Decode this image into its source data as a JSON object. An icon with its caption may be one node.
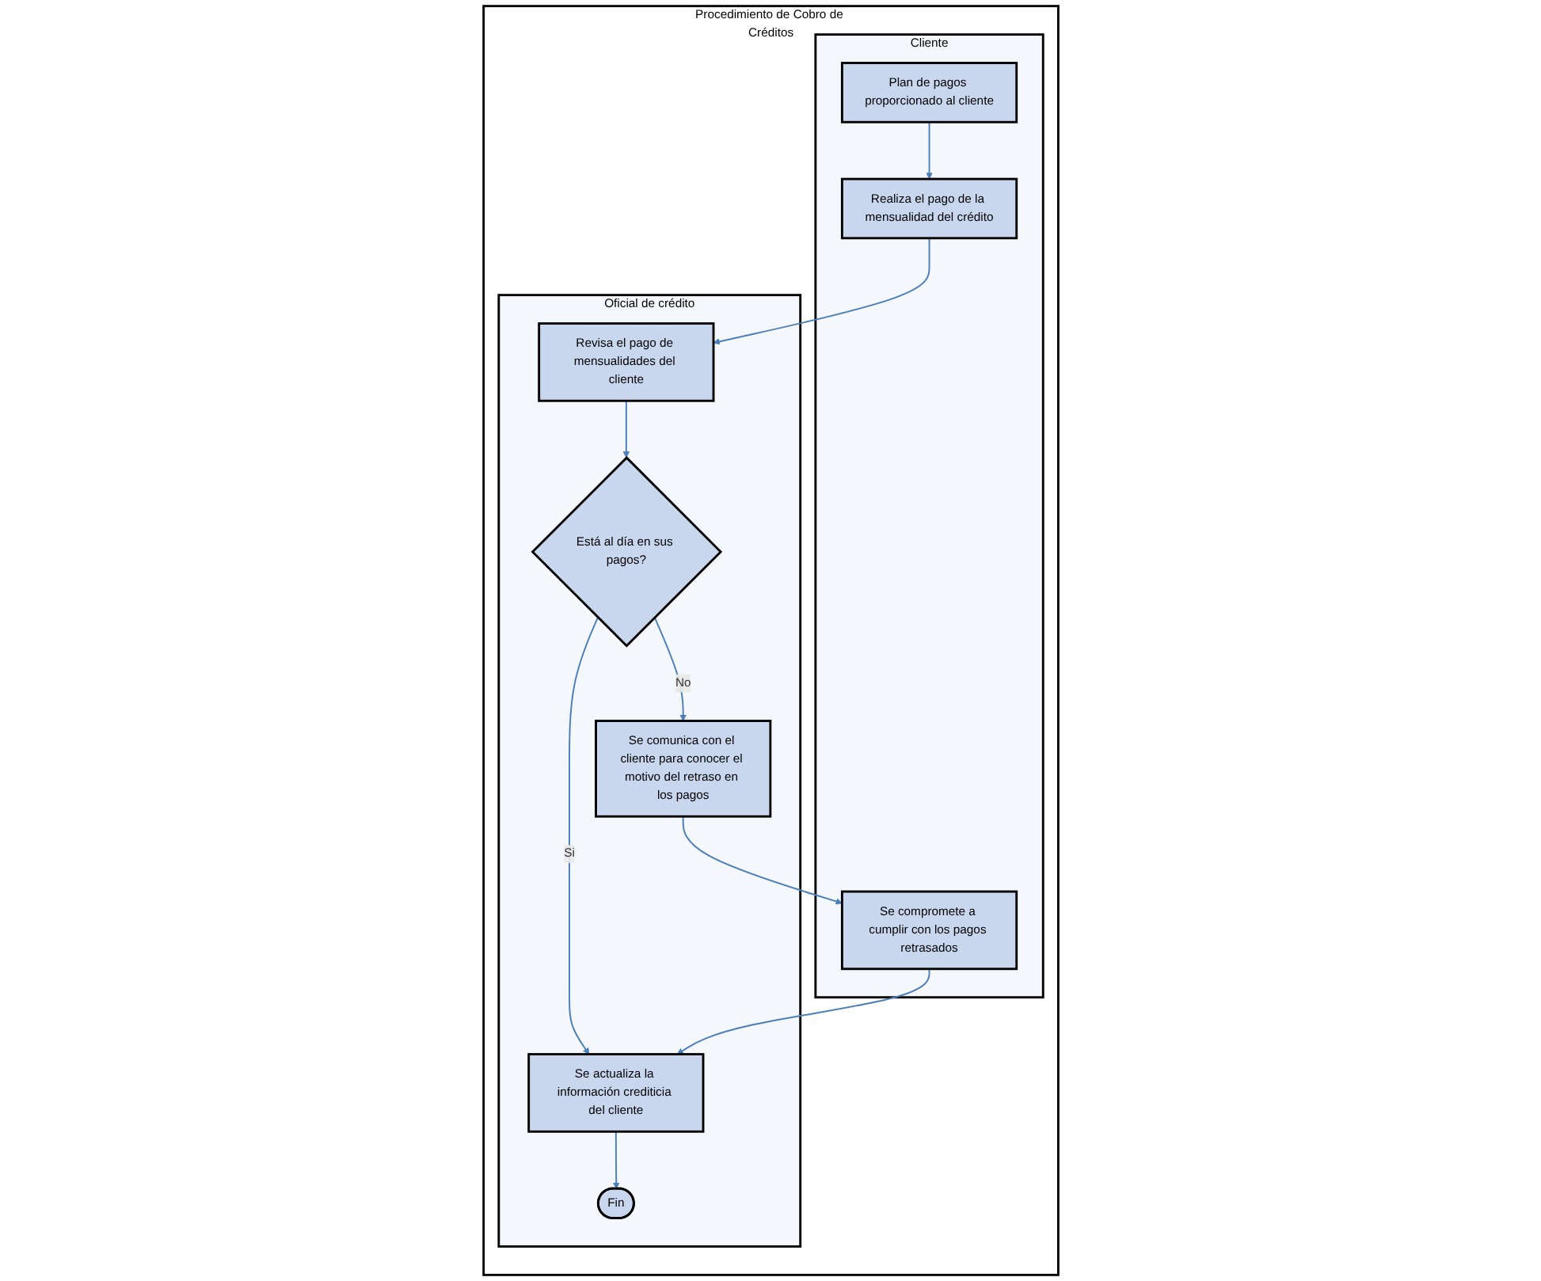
{
  "diagram": {
    "nodes": [
      {
        "text": [
          "Procedimiento de Cobro de Créditos"
        ]
      },
      {
        "text": [
          "Cliente"
        ],
        "in": 0
      },
      {
        "text": [
          "Oficial de crédito"
        ],
        "in": 0
      },
      {
        "text": [
          "Plan de pagos proporcionado al cliente"
        ],
        "in": 1
      },
      {
        "text": [
          "Realiza el pago de la mensualidad del crédito"
        ],
        "in": 1
      },
      {
        "text": [
          "Se compromete a cumplir con los pagos retrasados"
        ],
        "in": 1
      },
      {
        "text": [
          "Revisa el pago de mensualidades del cliente"
        ],
        "in": 2
      },
      {
        "text": [
          "Está al día en sus pagos?"
        ],
        "in": 2
      },
      {
        "text": [
          "Se comunica con el cliente para conocer el motivo del retraso en los pagos"
        ],
        "in": 2
      },
      {
        "text": [
          "Se actualiza la información crediticia del cliente"
        ],
        "in": 2
      },
      {
        "text": [
          "Fin"
        ],
        "in": 2
      }
    ],
    "edges": [
      {
        "from": 3,
        "to": 4,
        "arrow": "to"
      },
      {
        "from": 4,
        "to": 6,
        "arrow": "to"
      },
      {
        "from": 6,
        "to": 7,
        "arrow": "to"
      },
      {
        "from": 7,
        "to": 8,
        "label": "No",
        "arrow": "to"
      },
      {
        "from": 8,
        "to": 5,
        "arrow": "to"
      },
      {
        "from": 7,
        "to": 9,
        "label": "Si",
        "arrow": "to"
      },
      {
        "from": 5,
        "to": 9,
        "arrow": "to"
      },
      {
        "from": 9,
        "to": 10,
        "arrow": "to"
      }
    ]
  }
}
